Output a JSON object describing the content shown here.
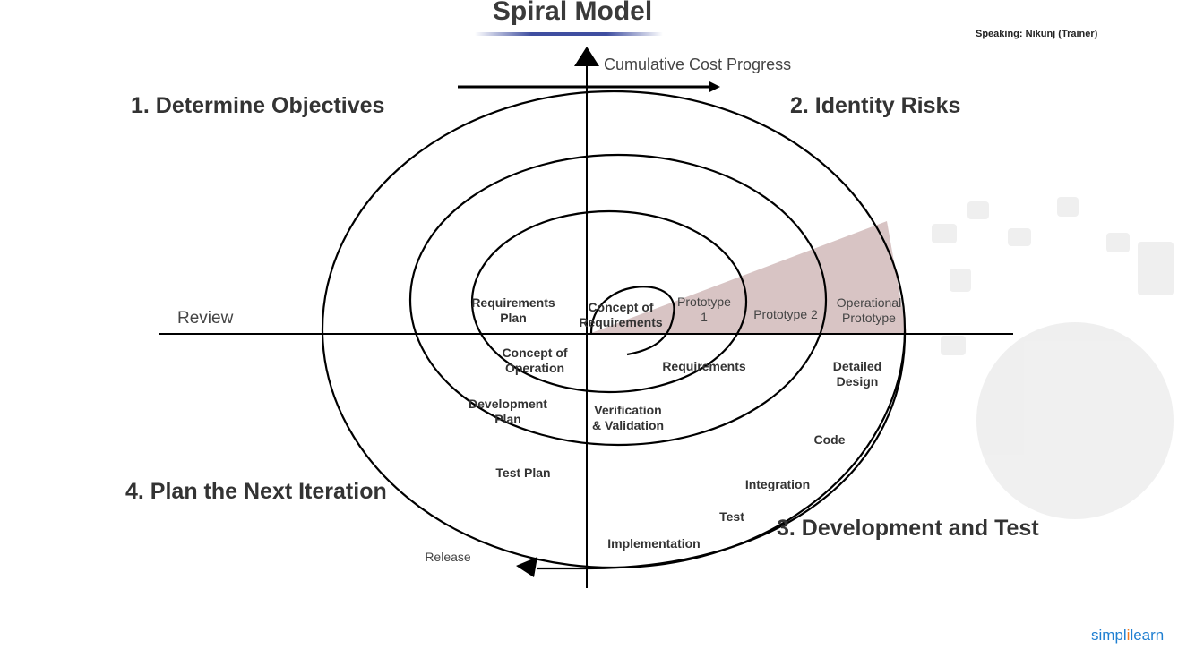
{
  "title": "Spiral Model",
  "speaker": "Speaking: Nikunj (Trainer)",
  "brand": {
    "part1": "simpl",
    "part2": "i",
    "part3": "learn"
  },
  "axes": {
    "y_label": "Cumulative Cost Progress",
    "x_left_label": "Review"
  },
  "quadrants": {
    "q1": "1. Determine Objectives",
    "q2": "2. Identity Risks",
    "q3": "3. Development and Test",
    "q4": "4. Plan the Next Iteration"
  },
  "labels": {
    "requirements_plan_1": "Requirements",
    "requirements_plan_2": "Plan",
    "concept_req_1": "Concept of",
    "concept_req_2": "Requirements",
    "prototype1_1": "Prototype",
    "prototype1_2": "1",
    "prototype2": "Prototype 2",
    "op_proto_1": "Operational",
    "op_proto_2": "Prototype",
    "concept_op_1": "Concept of",
    "concept_op_2": "Operation",
    "requirements": "Requirements",
    "detailed_design_1": "Detailed",
    "detailed_design_2": "Design",
    "dev_plan_1": "Development",
    "dev_plan_2": "Plan",
    "vv_1": "Verification",
    "vv_2": "& Validation",
    "code": "Code",
    "test_plan": "Test Plan",
    "integration": "Integration",
    "test": "Test",
    "implementation": "Implementation",
    "release": "Release"
  },
  "colors": {
    "risk_wedge": "#d8c4c4",
    "line": "#000000",
    "title_underline": "#3f4ea0"
  }
}
